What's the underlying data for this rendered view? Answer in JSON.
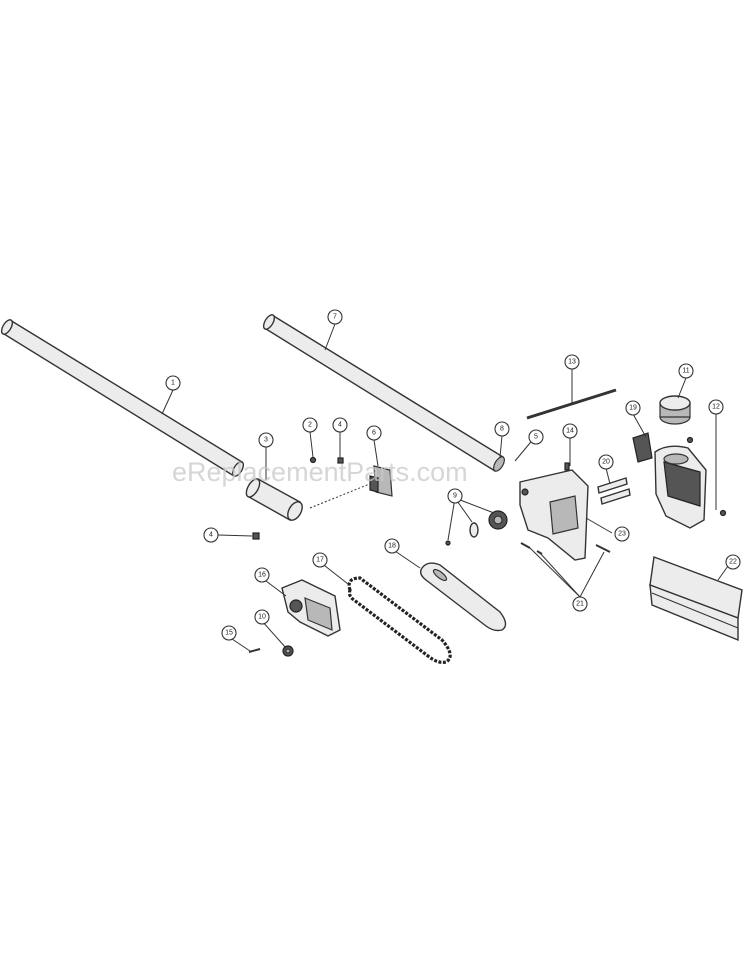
{
  "watermark": "eReplacementParts.com",
  "callouts": [
    "1",
    "2",
    "3",
    "4",
    "4",
    "5",
    "6",
    "7",
    "8",
    "9",
    "10",
    "11",
    "12",
    "13",
    "14",
    "15",
    "16",
    "17",
    "18",
    "19",
    "20",
    "21",
    "22",
    "23"
  ]
}
